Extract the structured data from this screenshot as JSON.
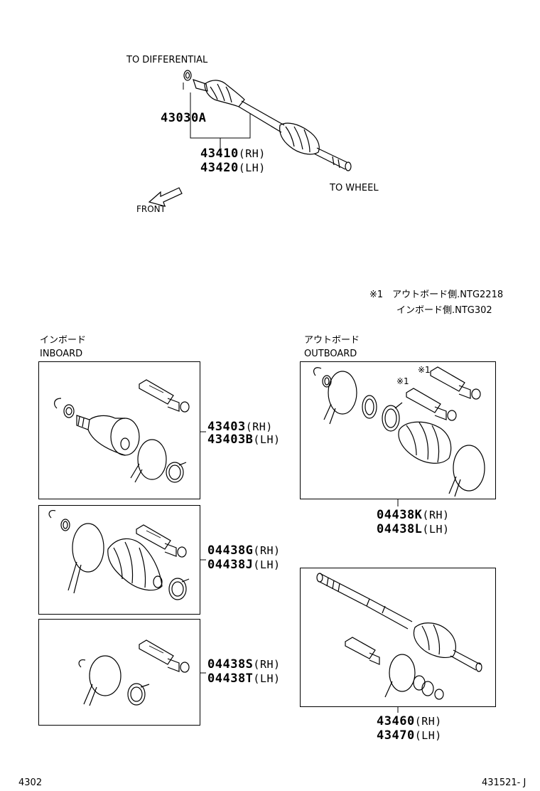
{
  "top": {
    "to_differential": "TO  DIFFERENTIAL",
    "to_wheel": "TO  WHEEL",
    "front": "FRONT",
    "part_43030a": "43030A",
    "part_43410": "43410",
    "part_43410_sfx": "(RH)",
    "part_43420": "43420",
    "part_43420_sfx": "(LH)"
  },
  "note": {
    "line1": "※1　アウトボード側.NTG2218",
    "line2": "インボード側.NTG302"
  },
  "inboard": {
    "jp": "インボード",
    "en": "INBOARD",
    "kit1_rh": "43403",
    "kit1_rh_sfx": "(RH)",
    "kit1_lh": "43403B",
    "kit1_lh_sfx": "(LH)",
    "kit2_rh": "04438G",
    "kit2_rh_sfx": "(RH)",
    "kit2_lh": "04438J",
    "kit2_lh_sfx": "(LH)",
    "kit3_rh": "04438S",
    "kit3_rh_sfx": "(RH)",
    "kit3_lh": "04438T",
    "kit3_lh_sfx": "(LH)"
  },
  "outboard": {
    "jp": "アウトボード",
    "en": "OUTBOARD",
    "mark1": "※1",
    "mark2": "※1",
    "kit_rh": "04438K",
    "kit_rh_sfx": "(RH)",
    "kit_lh": "04438L",
    "kit_lh_sfx": "(LH)",
    "shaft_rh": "43460",
    "shaft_rh_sfx": "(RH)",
    "shaft_lh": "43470",
    "shaft_lh_sfx": "(LH)"
  },
  "footer": {
    "left": "4302",
    "right": "431521- J"
  }
}
